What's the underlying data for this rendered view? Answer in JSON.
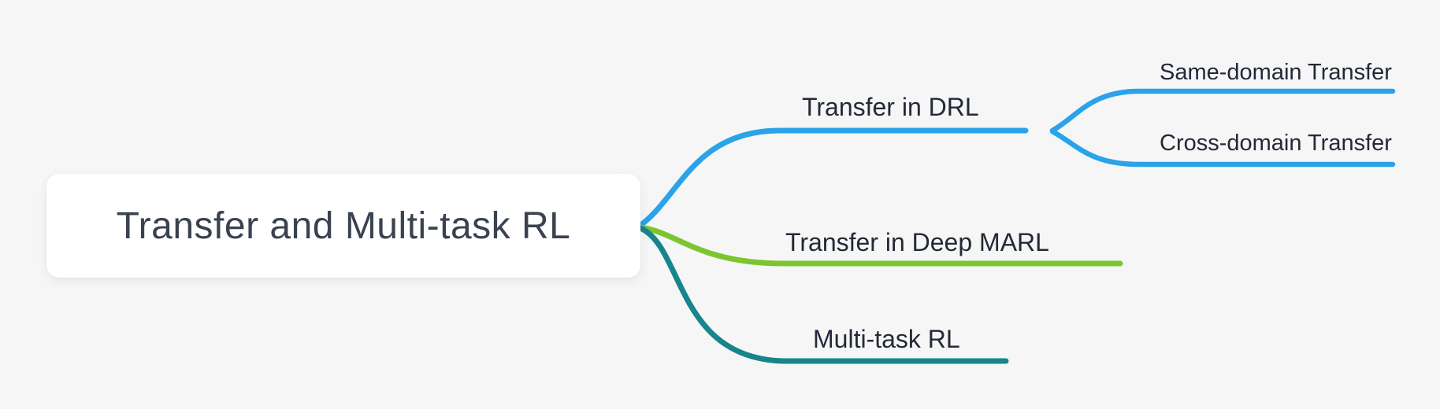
{
  "diagram": {
    "type": "mindmap",
    "root": {
      "label": "Transfer and Multi-task RL"
    },
    "branches": [
      {
        "label": "Transfer in DRL",
        "color": "#2aa3e8",
        "children": [
          {
            "label": "Same-domain Transfer"
          },
          {
            "label": "Cross-domain Transfer"
          }
        ]
      },
      {
        "label": "Transfer in Deep MARL",
        "color": "#7cc52f",
        "children": []
      },
      {
        "label": "Multi-task RL",
        "color": "#17858b",
        "children": []
      }
    ],
    "colors": {
      "background": "#f6f6f7",
      "root_card": "#ffffff",
      "root_text": "#3a4250",
      "label_text": "#232936",
      "branch_blue": "#2aa3e8",
      "branch_green": "#7cc52f",
      "branch_teal": "#17858b"
    }
  }
}
